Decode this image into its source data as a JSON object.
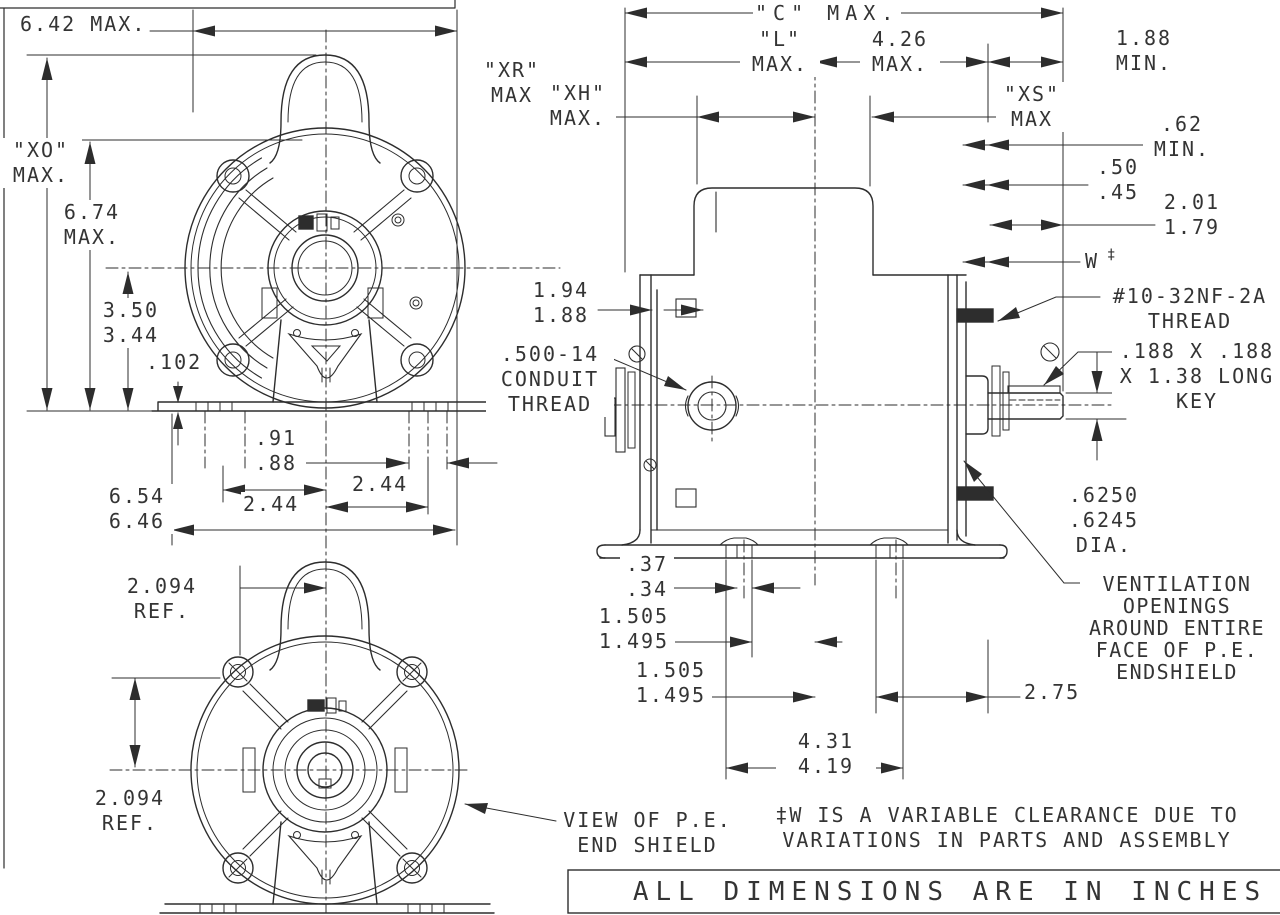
{
  "front_view": {
    "width_max": "6.42 MAX.",
    "xo_max": "\"XO\"\nMAX.",
    "height_max": "6.74\nMAX.",
    "center_height": "3.50\n3.44",
    "pad_thickness": ".102",
    "slot_width": ".91\n.88",
    "bolt_offset_left": "2.44",
    "bolt_offset_right": "2.44",
    "base_width": "6.54\n6.46"
  },
  "pe_view": {
    "bolt_ref_h": "2.094\nREF.",
    "bolt_ref_v": "2.094\nREF.",
    "caption": "VIEW OF P.E.\nEND SHIELD"
  },
  "side_view": {
    "c_max": "\"C\" MAX.",
    "l_max": "\"L\"\nMAX.",
    "len_426": "4.26\nMAX.",
    "shaft_ext_min": "1.88\nMIN.",
    "xh_max": "\"XH\"\nMAX.",
    "xs_max": "\"XS\"\nMAX",
    "dim_62_min": ".62\nMIN.",
    "dim_50_45": ".50\n.45",
    "dim_201_179": "2.01\n1.79",
    "w_label": "W",
    "w_dagger": "‡",
    "xr_max": "\"XR\"\nMAX",
    "thread_note": "#10-32NF-2A\nTHREAD",
    "key_note": ".188 X .188\nX 1.38 LONG\nKEY",
    "conduit_note": ".500-14\nCONDUIT\nTHREAD",
    "dim_194_188": "1.94\n1.88",
    "shaft_dia": ".6250\n.6245\nDIA.",
    "vent_note": "VENTILATION\nOPENINGS\nAROUND ENTIRE\nFACE OF P.E.\nENDSHIELD",
    "dim_275": "2.75",
    "dim_37_34": ".37\n.34",
    "slot_a": "1.505\n1.495",
    "slot_b": "1.505\n1.495",
    "dim_431_419": "4.31\n4.19"
  },
  "notes": {
    "w_clearance": "‡W IS A VARIABLE CLEARANCE DUE TO\nVARIATIONS IN PARTS AND ASSEMBLY",
    "units": "ALL DIMENSIONS ARE IN INCHES"
  }
}
